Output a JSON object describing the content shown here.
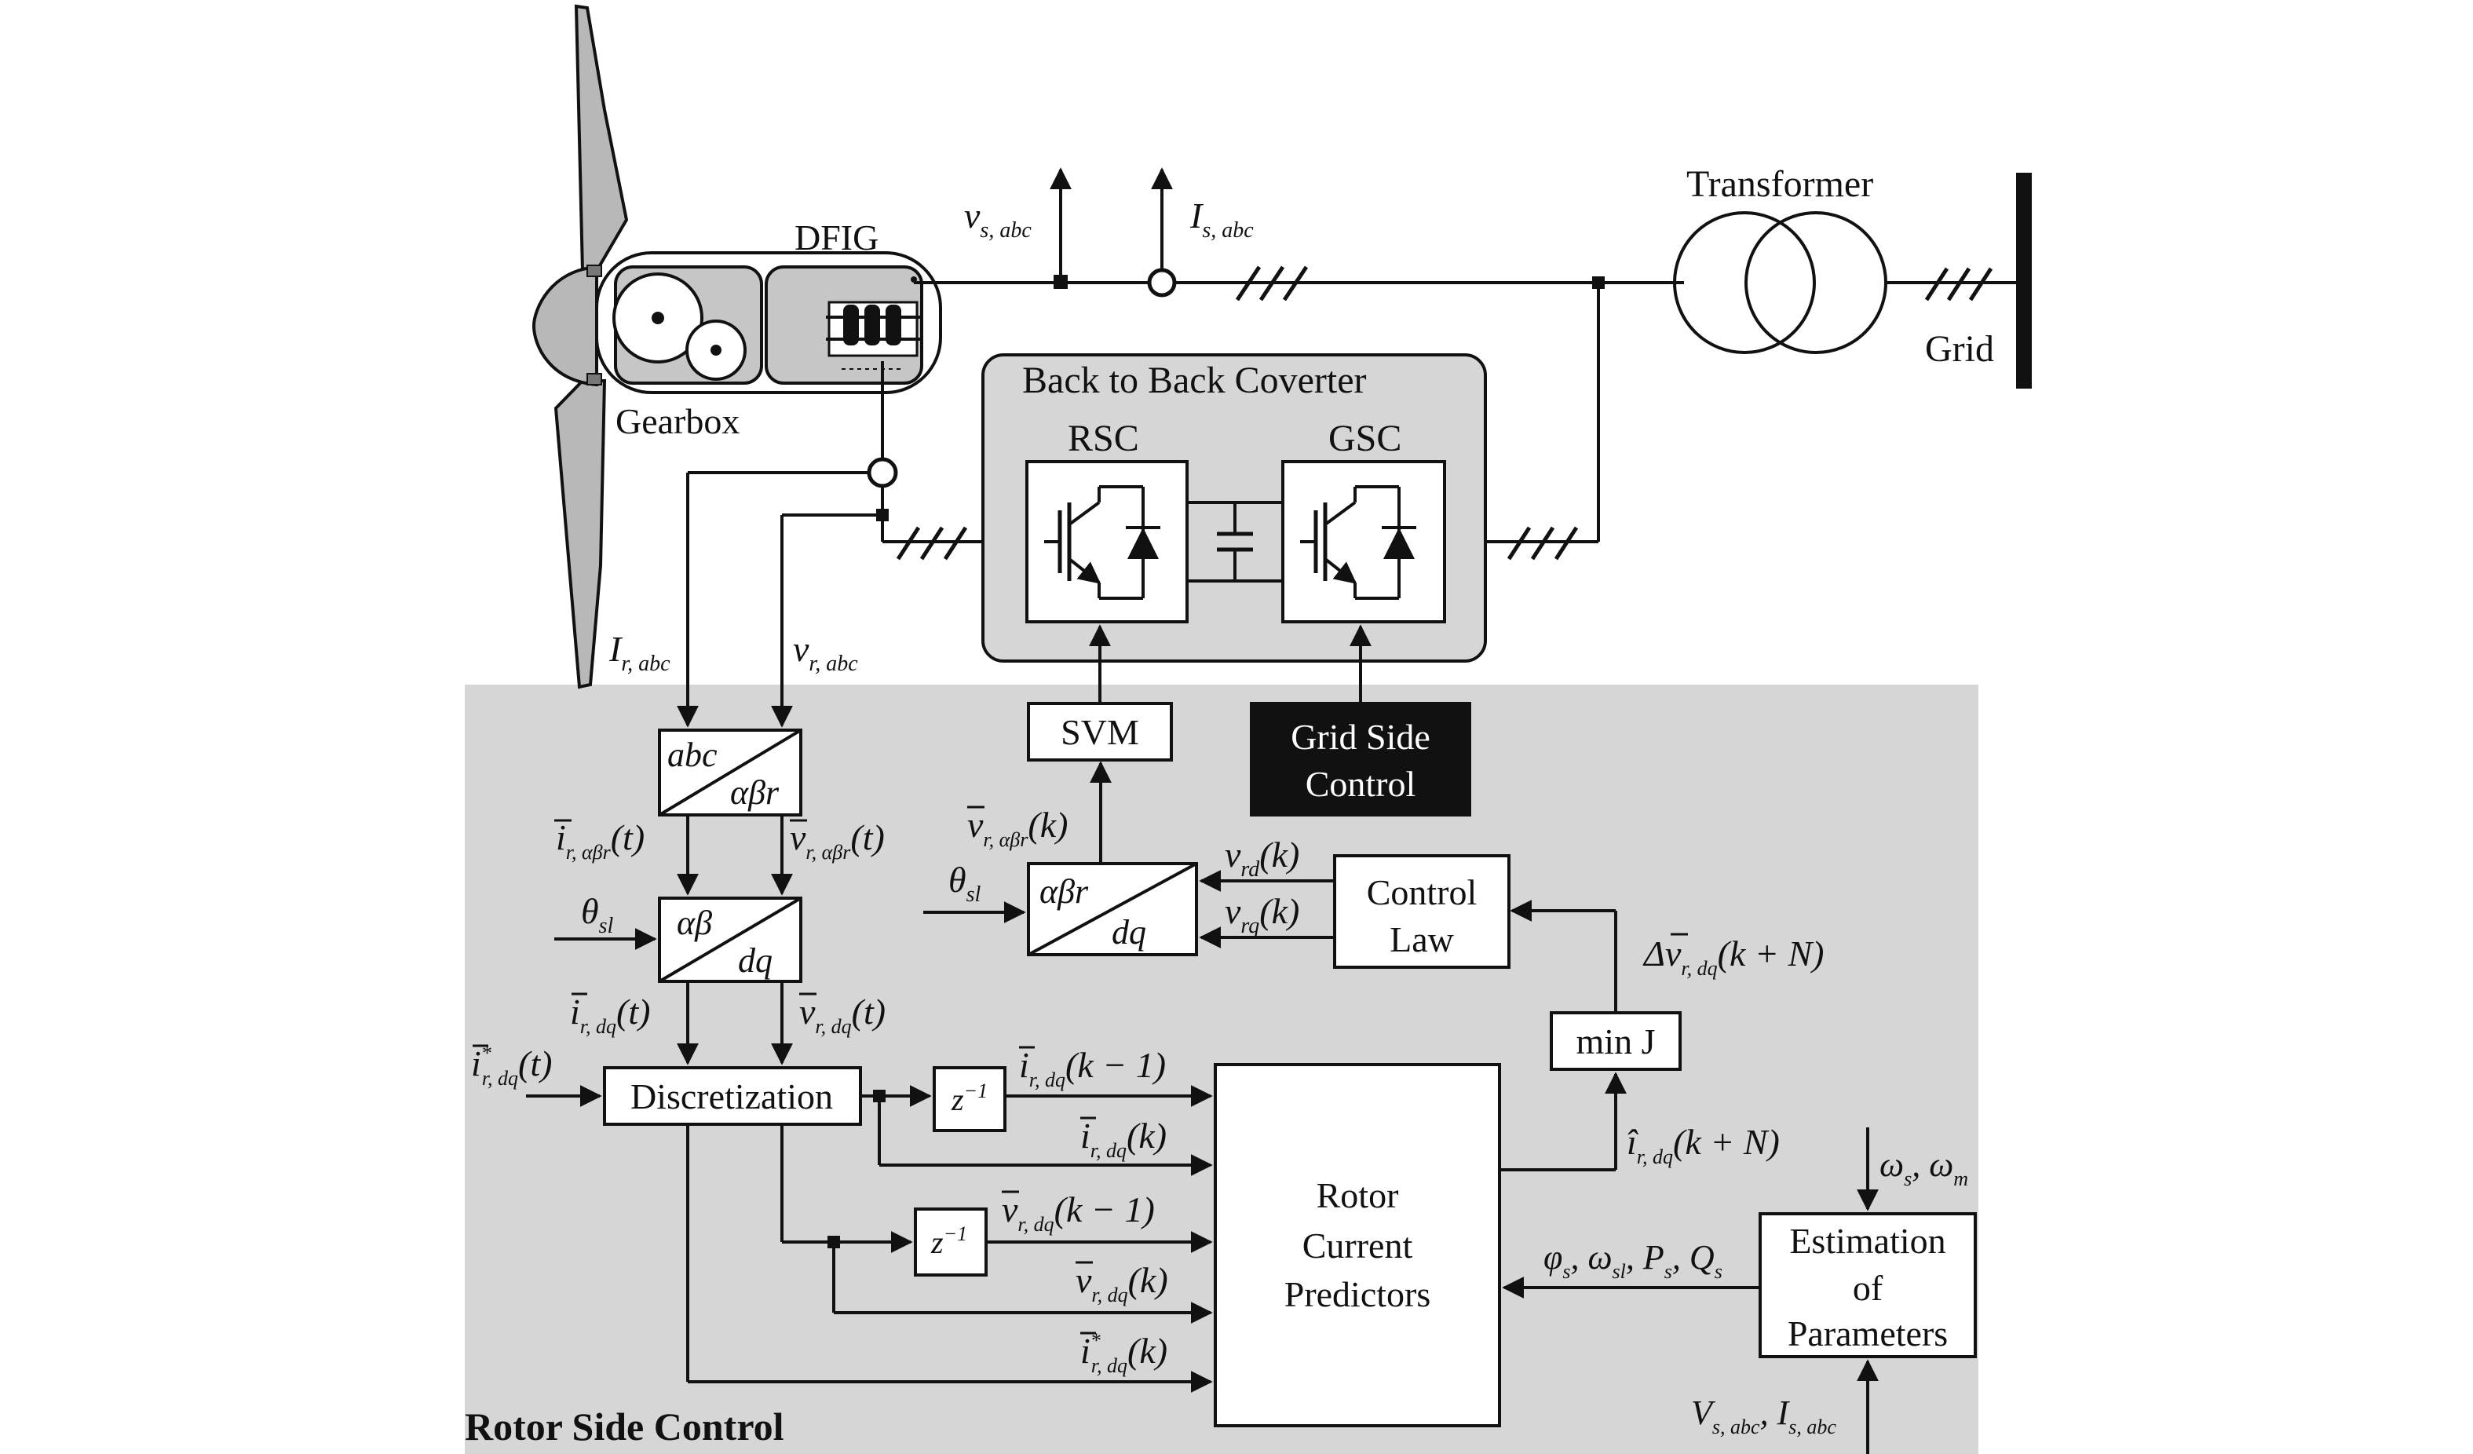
{
  "labels": {
    "dfig": "DFIG",
    "gearbox": "Gearbox",
    "transformer": "Transformer",
    "grid": "Grid",
    "converter_title": "Back to Back Coverter",
    "rsc": "RSC",
    "gsc": "GSC",
    "svm": "SVM",
    "grid_side_control_line1": "Grid Side",
    "grid_side_control_line2": "Control",
    "control_law_line1": "Control",
    "control_law_line2": "Law",
    "min_j": "min J",
    "discretization": "Discretization",
    "rotor_current_predictors_line1": "Rotor",
    "rotor_current_predictors_line2": "Current",
    "rotor_current_predictors_line3": "Predictors",
    "estimation_line1": "Estimation",
    "estimation_line2": "of",
    "estimation_line3": "Parameters",
    "rotor_side_control": "Rotor Side Control",
    "abc": "abc",
    "alpha_beta_r": "αβr",
    "alpha_beta": "αβ",
    "dq": "dq",
    "z_inv": "z",
    "z_inv_exp": "−1"
  },
  "signals": {
    "vs_abc": "v",
    "vs_abc_sub": "s, abc",
    "is_abc": "I",
    "is_abc_sub": "s, abc",
    "ir_abc": "I",
    "ir_abc_sub": "r, abc",
    "vr_abc": "v",
    "vr_abc_sub": "r, abc",
    "ir_abr_t": "i",
    "ir_abr_t_sub": "r, αβr",
    "ir_abr_t_arg": "(t)",
    "vr_abr_t": "v",
    "vr_abr_t_sub": "r, αβr",
    "vr_abr_t_arg": "(t)",
    "theta_sl": "θ",
    "theta_sl_sub": "sl",
    "ir_dq_t": "i",
    "ir_dq_t_sub": "r, dq",
    "ir_dq_t_arg": "(t)",
    "vr_dq_t": "v",
    "vr_dq_t_sub": "r, dq",
    "vr_dq_t_arg": "(t)",
    "ir_ref_t": "i",
    "ir_ref_t_sup": "*",
    "ir_ref_t_sub": "r, dq",
    "ir_ref_t_arg": "(t)",
    "vr_abr_k": "v",
    "vr_abr_k_sub": "r, αβr",
    "vr_abr_k_arg": "(k)",
    "vrd_k": "v",
    "vrd_k_sub": "rd",
    "vrd_k_arg": "(k)",
    "vrq_k": "v",
    "vrq_k_sub": "rq",
    "vrq_k_arg": "(k)",
    "delta_v": "Δv",
    "delta_v_sub": "r, dq",
    "delta_v_arg": "(k + N)",
    "ir_dq_km1": "i",
    "ir_dq_km1_sub": "r, dq",
    "ir_dq_km1_arg": "(k − 1)",
    "ir_dq_k": "i",
    "ir_dq_k_sub": "r, dq",
    "ir_dq_k_arg": "(k)",
    "vr_dq_km1": "v",
    "vr_dq_km1_sub": "r, dq",
    "vr_dq_km1_arg": "(k − 1)",
    "vr_dq_k": "v",
    "vr_dq_k_sub": "r, dq",
    "vr_dq_k_arg": "(k)",
    "ir_ref_k": "i",
    "ir_ref_k_sup": "*",
    "ir_ref_k_sub": "r, dq",
    "ir_ref_k_arg": "(k)",
    "ihat": "î",
    "ihat_sub": "r, dq",
    "ihat_arg": "(k + N)",
    "omega_s": "ω",
    "omega_s_sub": "s",
    "omega_m": "ω",
    "omega_m_sub": "m",
    "params_phi": "φ",
    "params_phi_sub": "s",
    "params_omega": "ω",
    "params_omega_sub": "sl",
    "params_p": "P",
    "params_p_sub": "s",
    "params_q": "Q",
    "params_q_sub": "s",
    "vs_bottom": "V",
    "vs_bottom_sub": "s, abc",
    "is_bottom": "I",
    "is_bottom_sub": "s, abc",
    "comma": ", "
  }
}
